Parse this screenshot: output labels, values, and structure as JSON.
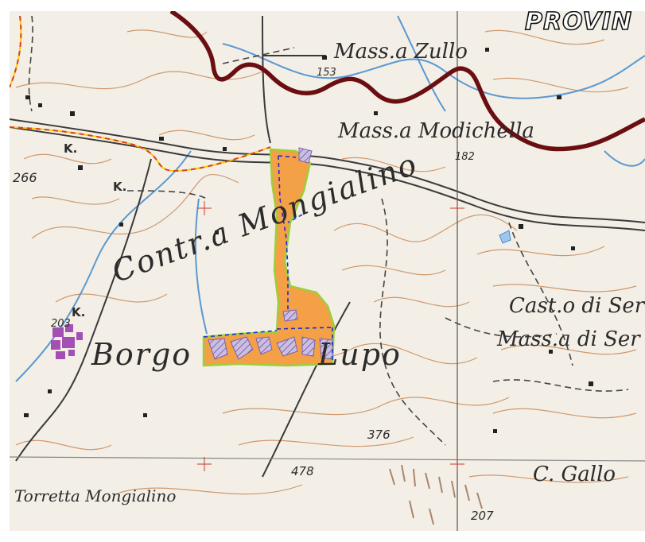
{
  "labels": {
    "provincia": "PROVIN",
    "mass_zullo": "Mass.a Zullo",
    "mass_modichella": "Mass.a Modichella",
    "contrada": "Contr.a Mongialino",
    "borgo": "Borgo",
    "lupo": "Lupo",
    "cast_serra": "Cast.o di Ser",
    "mass_serra": "Mass.a di Ser",
    "torretta": "Torretta Mongialino",
    "gallo": "C. Gallo",
    "k_1": "K.",
    "k_2": "K.",
    "k_3": "K.",
    "elev_266": "266",
    "elev_153": "153",
    "elev_182": "182",
    "elev_203": "203",
    "elev_376": "376",
    "elev_478": "478",
    "elev_207": "207"
  },
  "legend_colors": {
    "site_area": "#f4a046",
    "site_outline": "#9ccf3c",
    "hatched_zone": "#b8a6d6",
    "province_border": "#6b0e12",
    "internal_boundary": "#1a2fd1",
    "cable_route": "#e03a2a",
    "cable_route_alt": "#f2d000",
    "river": "#4a8fd0",
    "contours": "#c88a5a",
    "roads": "#3a3a3a",
    "settlement": "#a34fb3"
  }
}
